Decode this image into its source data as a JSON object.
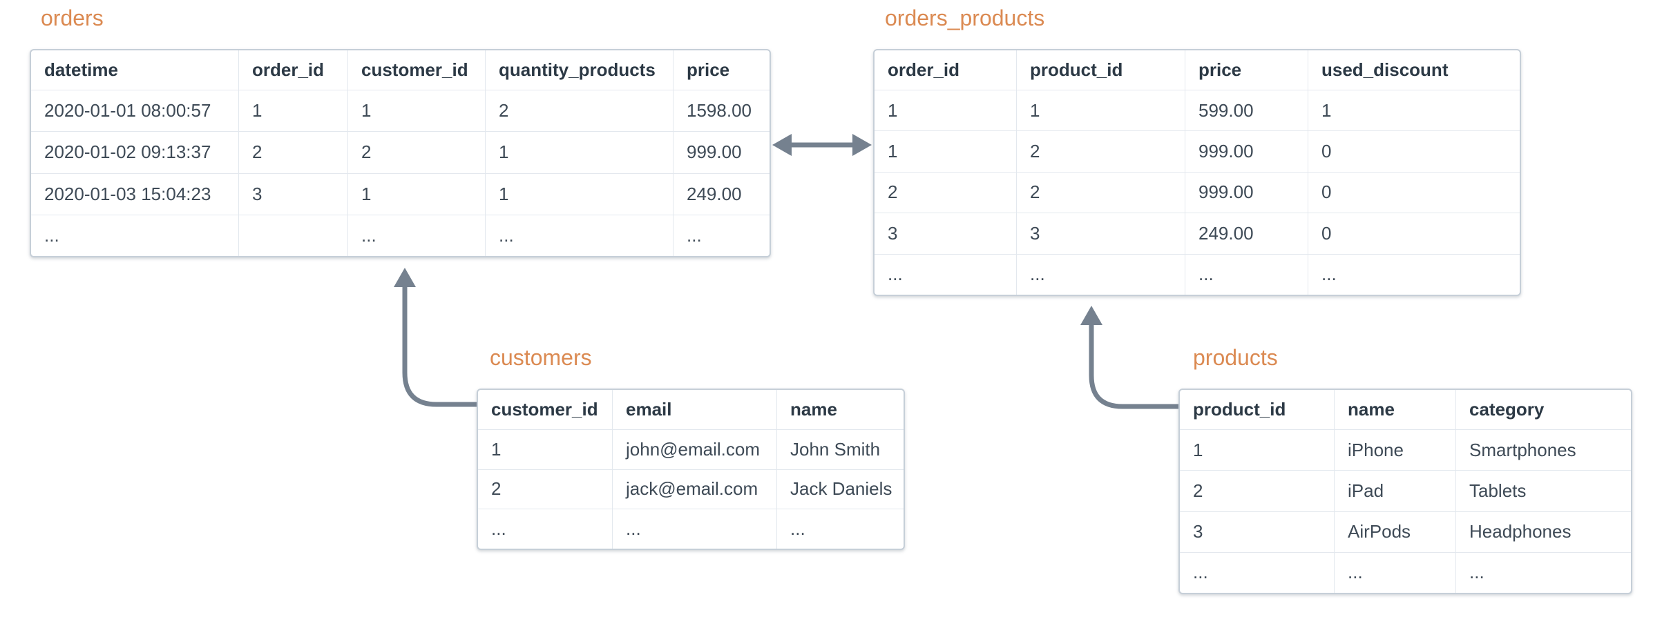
{
  "diagram_title": "",
  "colors": {
    "title": "#DB8A52",
    "header_text": "#2C3945",
    "cell_text": "#3E4A56",
    "table_border": "#C6CFD8",
    "grid_line": "#E3E8EE",
    "arrow": "#75818F",
    "background": "#FFFFFF"
  },
  "tables": {
    "orders": {
      "title": "orders",
      "columns": [
        "datetime",
        "order_id",
        "customer_id",
        "quantity_products",
        "price"
      ],
      "rows": [
        [
          "2020-01-01 08:00:57",
          "1",
          "1",
          "2",
          "1598.00"
        ],
        [
          "2020-01-02 09:13:37",
          "2",
          "2",
          "1",
          "999.00"
        ],
        [
          "2020-01-03 15:04:23",
          "3",
          "1",
          "1",
          "249.00"
        ],
        [
          "...",
          "",
          "...",
          "...",
          "..."
        ]
      ]
    },
    "orders_products": {
      "title": "orders_products",
      "columns": [
        "order_id",
        "product_id",
        "price",
        "used_discount"
      ],
      "rows": [
        [
          "1",
          "1",
          "599.00",
          "1"
        ],
        [
          "1",
          "2",
          "999.00",
          "0"
        ],
        [
          "2",
          "2",
          "999.00",
          "0"
        ],
        [
          "3",
          "3",
          "249.00",
          "0"
        ],
        [
          "...",
          "...",
          "...",
          "..."
        ]
      ]
    },
    "customers": {
      "title": "customers",
      "columns": [
        "customer_id",
        "email",
        "name"
      ],
      "rows": [
        [
          "1",
          "john@email.com",
          "John Smith"
        ],
        [
          "2",
          "jack@email.com",
          "Jack Daniels"
        ],
        [
          "...",
          "...",
          "..."
        ]
      ]
    },
    "products": {
      "title": "products",
      "columns": [
        "product_id",
        "name",
        "category"
      ],
      "rows": [
        [
          "1",
          "iPhone",
          "Smartphones"
        ],
        [
          "2",
          "iPad",
          "Tablets"
        ],
        [
          "3",
          "AirPods",
          "Headphones"
        ],
        [
          "...",
          "...",
          "..."
        ]
      ]
    }
  },
  "relationships": [
    {
      "from": "orders",
      "to": "orders_products",
      "style": "double-headed-arrow"
    },
    {
      "from": "customers",
      "to": "orders",
      "style": "elbow-arrow-up"
    },
    {
      "from": "products",
      "to": "orders_products",
      "style": "elbow-arrow-up"
    }
  ]
}
